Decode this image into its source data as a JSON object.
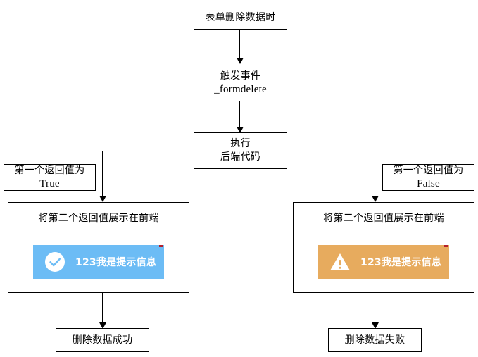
{
  "diagram": {
    "title_node": {
      "lines": [
        "表单删除数据时"
      ]
    },
    "event_node": {
      "lines": [
        "触发事件",
        "_formdelete"
      ]
    },
    "exec_node": {
      "lines": [
        "执行",
        "后端代码"
      ]
    },
    "branch_true_label": {
      "lines": [
        "第一个返回值为",
        "True"
      ]
    },
    "branch_false_label": {
      "lines": [
        "第一个返回值为",
        "False"
      ]
    },
    "left_container": {
      "title": "将第二个返回值展示在前端",
      "alert": {
        "type": "success",
        "icon": "check-circle-icon",
        "text": "123我是提示信息",
        "color": "#6cbcf5"
      }
    },
    "right_container": {
      "title": "将第二个返回值展示在前端",
      "alert": {
        "type": "warning",
        "icon": "warning-triangle-icon",
        "text": "123我是提示信息",
        "color": "#e7ab5e"
      }
    },
    "result_success": {
      "lines": [
        "删除数据成功"
      ]
    },
    "result_fail": {
      "lines": [
        "删除数据失败"
      ]
    }
  }
}
